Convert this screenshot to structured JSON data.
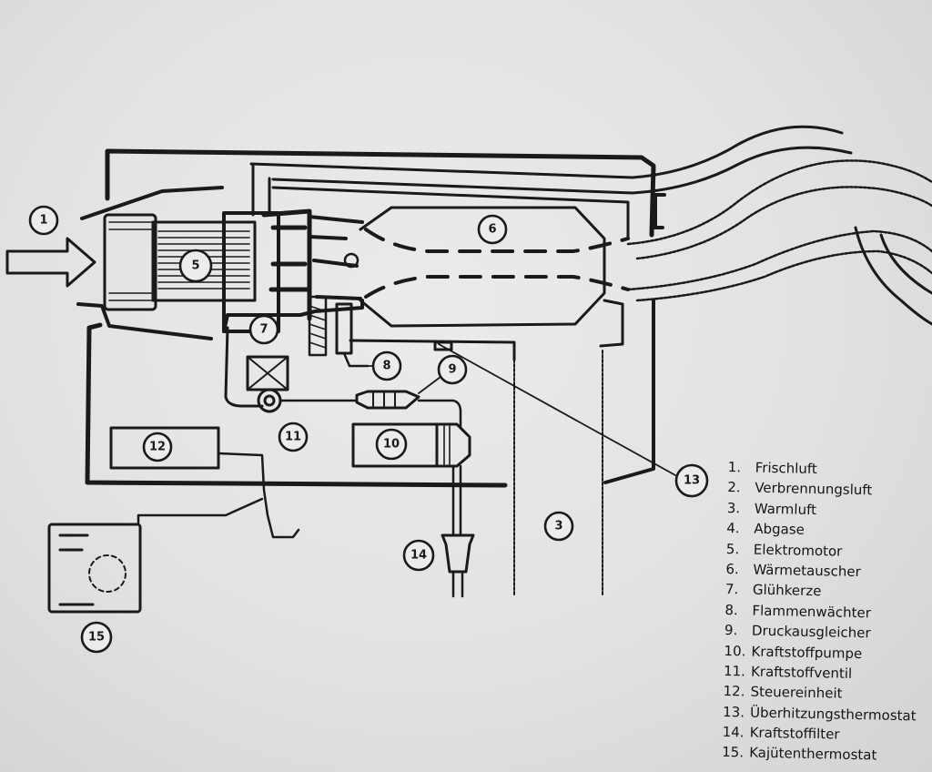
{
  "callouts": [
    {
      "id": "1",
      "number": "1"
    },
    {
      "id": "3",
      "number": "3"
    },
    {
      "id": "5",
      "number": "5"
    },
    {
      "id": "6",
      "number": "6"
    },
    {
      "id": "7",
      "number": "7"
    },
    {
      "id": "8",
      "number": "8"
    },
    {
      "id": "9",
      "number": "9"
    },
    {
      "id": "10",
      "number": "10"
    },
    {
      "id": "11",
      "number": "11"
    },
    {
      "id": "12",
      "number": "12"
    },
    {
      "id": "13",
      "number": "13"
    },
    {
      "id": "14",
      "number": "14"
    },
    {
      "id": "15",
      "number": "15"
    }
  ],
  "legend": [
    {
      "num": "1.",
      "text": "Frischluft"
    },
    {
      "num": "2.",
      "text": "Verbrennungsluft"
    },
    {
      "num": "3.",
      "text": "Warmluft"
    },
    {
      "num": "4.",
      "text": "Abgase"
    },
    {
      "num": "5.",
      "text": "Elektromotor"
    },
    {
      "num": "6.",
      "text": "Wärmetauscher"
    },
    {
      "num": "7.",
      "text": "Glühkerze"
    },
    {
      "num": "8.",
      "text": "Flammenwächter"
    },
    {
      "num": "9.",
      "text": "Druckausgleicher"
    },
    {
      "num": "10.",
      "text": "Kraftstoffpumpe"
    },
    {
      "num": "11.",
      "text": "Kraftstoffventil"
    },
    {
      "num": "12.",
      "text": "Steuereinheit"
    },
    {
      "num": "13.",
      "text": "Überhitzungsthermostat"
    },
    {
      "num": "14.",
      "text": "Kraftstoffilter"
    },
    {
      "num": "15.",
      "text": "Kajütenthermostat"
    }
  ],
  "colors": {
    "paper": "#e4e4e4",
    "ink": "#1a1a1a"
  }
}
